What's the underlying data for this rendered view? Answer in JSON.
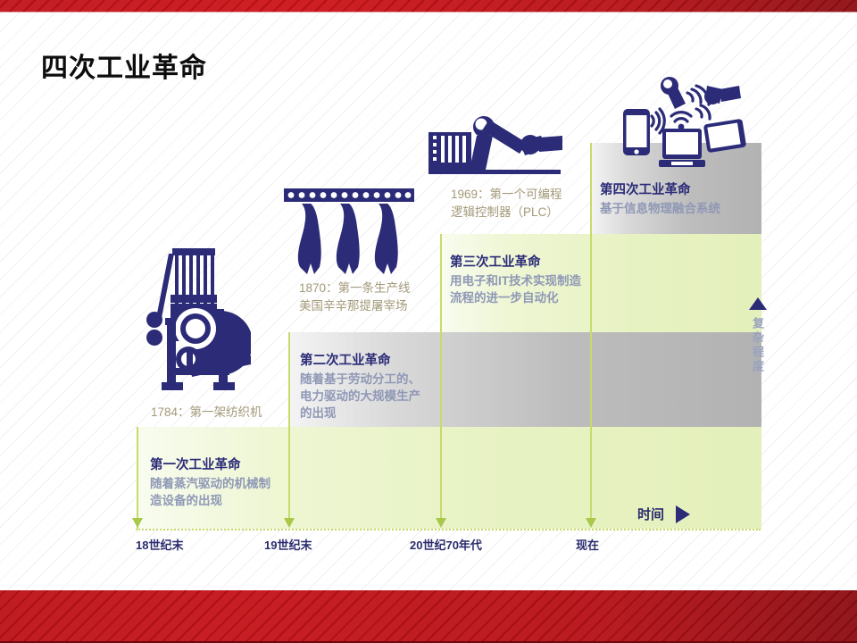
{
  "slide": {
    "title": "四次工业革命",
    "accent_red": "#c1121a",
    "accent_green": "#e7f2c2",
    "accent_gray": "#bdbdbd",
    "accent_navy": "#2b2b78"
  },
  "axis": {
    "time_label": "时间",
    "complexity_label": "复杂程度",
    "ticks": [
      {
        "label": "18世纪末"
      },
      {
        "label": "19世纪末"
      },
      {
        "label": "20世纪70年代"
      },
      {
        "label": "现在"
      }
    ]
  },
  "revolutions": [
    {
      "year_note": "1784：第一架纺织机",
      "title": "第一次工业革命",
      "desc_line1": "随着蒸汽驱动的机械制",
      "desc_line2": "造设备的出现",
      "icon": "power-loom-icon"
    },
    {
      "year_note_line1": "1870：第一条生产线",
      "year_note_line2": "美国辛辛那提屠宰场",
      "title": "第二次工业革命",
      "desc_line1": "随着基于劳动分工的、",
      "desc_line2": "电力驱动的大规模生产",
      "desc_line3": "的出现",
      "icon": "assembly-line-icon"
    },
    {
      "year_note_line1": "1969：第一个可编程",
      "year_note_line2": "逻辑控制器（PLC）",
      "title": "第三次工业革命",
      "desc_line1": "用电子和IT技术实现制造",
      "desc_line2": "流程的进一步自动化",
      "icon": "robot-arm-plc-icon"
    },
    {
      "title": "第四次工业革命",
      "desc_line1": "基于信息物理融合系统",
      "icon": "cyber-physical-devices-icon"
    }
  ],
  "chart_data": {
    "type": "area",
    "title": "四次工业革命",
    "xlabel": "时间",
    "ylabel": "复杂程度",
    "categories": [
      "18世纪末",
      "19世纪末",
      "20世纪70年代",
      "现在"
    ],
    "values": [
      1,
      2,
      3,
      4
    ],
    "grid": false,
    "legend": "none",
    "annotations": [
      "1784：第一架纺织机",
      "1870：第一条生产线 美国辛辛那提屠宰场",
      "1969：第一个可编程逻辑控制器（PLC）"
    ]
  }
}
